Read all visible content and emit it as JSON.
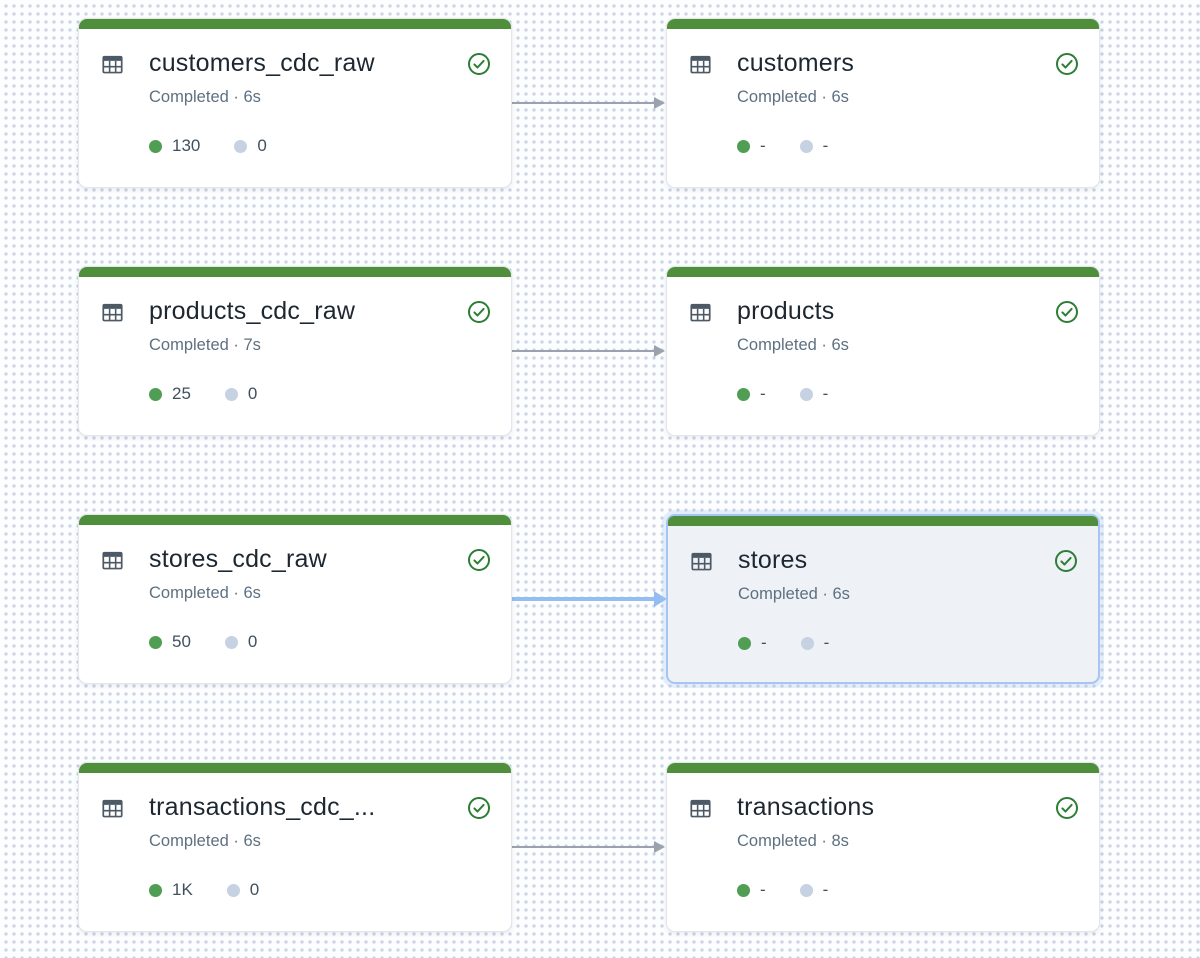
{
  "app": {
    "view": "pipeline-dag"
  },
  "colors": {
    "node_top_bar": "#4f8f3c",
    "success_icon": "#2e7d36",
    "metric_green_dot": "#4f9e53",
    "metric_gray_dot": "#c6d1e2",
    "selected_border": "#a6c6f1",
    "selected_background": "#eef1f5",
    "edge": "#9aa3ad",
    "edge_selected": "#94bdf1"
  },
  "nodes": [
    {
      "id": "customers_cdc_raw",
      "title": "customers_cdc_raw",
      "type": "table",
      "status": "Completed · 6s",
      "status_icon": "check-circle",
      "metric_primary": "130",
      "metric_secondary": "0",
      "row": 0,
      "col": 0,
      "selected": false
    },
    {
      "id": "customers",
      "title": "customers",
      "type": "table",
      "status": "Completed · 6s",
      "status_icon": "check-circle",
      "metric_primary": "-",
      "metric_secondary": "-",
      "row": 0,
      "col": 1,
      "selected": false
    },
    {
      "id": "products_cdc_raw",
      "title": "products_cdc_raw",
      "type": "table",
      "status": "Completed · 7s",
      "status_icon": "check-circle",
      "metric_primary": "25",
      "metric_secondary": "0",
      "row": 1,
      "col": 0,
      "selected": false
    },
    {
      "id": "products",
      "title": "products",
      "type": "table",
      "status": "Completed · 6s",
      "status_icon": "check-circle",
      "metric_primary": "-",
      "metric_secondary": "-",
      "row": 1,
      "col": 1,
      "selected": false
    },
    {
      "id": "stores_cdc_raw",
      "title": "stores_cdc_raw",
      "type": "table",
      "status": "Completed · 6s",
      "status_icon": "check-circle",
      "metric_primary": "50",
      "metric_secondary": "0",
      "row": 2,
      "col": 0,
      "selected": false
    },
    {
      "id": "stores",
      "title": "stores",
      "type": "table",
      "status": "Completed · 6s",
      "status_icon": "check-circle",
      "metric_primary": "-",
      "metric_secondary": "-",
      "row": 2,
      "col": 1,
      "selected": true
    },
    {
      "id": "transactions_cdc_raw",
      "title": "transactions_cdc_...",
      "type": "table",
      "status": "Completed · 6s",
      "status_icon": "check-circle",
      "metric_primary": "1K",
      "metric_secondary": "0",
      "row": 3,
      "col": 0,
      "selected": false
    },
    {
      "id": "transactions",
      "title": "transactions",
      "type": "table",
      "status": "Completed · 8s",
      "status_icon": "check-circle",
      "metric_primary": "-",
      "metric_secondary": "-",
      "row": 3,
      "col": 1,
      "selected": false
    }
  ],
  "edges": [
    {
      "from": "customers_cdc_raw",
      "to": "customers",
      "selected": false
    },
    {
      "from": "products_cdc_raw",
      "to": "products",
      "selected": false
    },
    {
      "from": "stores_cdc_raw",
      "to": "stores",
      "selected": true
    },
    {
      "from": "transactions_cdc_raw",
      "to": "transactions",
      "selected": false
    }
  ]
}
